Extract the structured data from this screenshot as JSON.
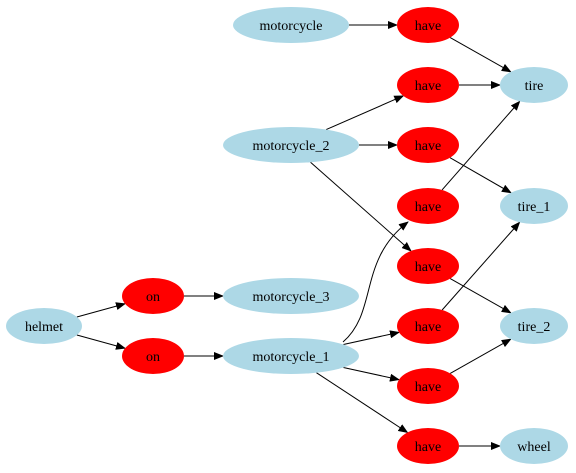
{
  "colors": {
    "entity_fill": "#add8e6",
    "relation_fill": "#ff0000",
    "edge": "#000000"
  },
  "nodes": [
    {
      "id": "motorcycle",
      "label": "motorcycle",
      "kind": "entity"
    },
    {
      "id": "have1",
      "label": "have",
      "kind": "relation"
    },
    {
      "id": "have2",
      "label": "have",
      "kind": "relation"
    },
    {
      "id": "tire",
      "label": "tire",
      "kind": "entity"
    },
    {
      "id": "motorcycle_2",
      "label": "motorcycle_2",
      "kind": "entity"
    },
    {
      "id": "have3",
      "label": "have",
      "kind": "relation"
    },
    {
      "id": "have4",
      "label": "have",
      "kind": "relation"
    },
    {
      "id": "tire_1",
      "label": "tire_1",
      "kind": "entity"
    },
    {
      "id": "have5",
      "label": "have",
      "kind": "relation"
    },
    {
      "id": "on1",
      "label": "on",
      "kind": "relation"
    },
    {
      "id": "motorcycle_3",
      "label": "motorcycle_3",
      "kind": "entity"
    },
    {
      "id": "helmet",
      "label": "helmet",
      "kind": "entity"
    },
    {
      "id": "have6",
      "label": "have",
      "kind": "relation"
    },
    {
      "id": "tire_2",
      "label": "tire_2",
      "kind": "entity"
    },
    {
      "id": "on2",
      "label": "on",
      "kind": "relation"
    },
    {
      "id": "motorcycle_1",
      "label": "motorcycle_1",
      "kind": "entity"
    },
    {
      "id": "have7",
      "label": "have",
      "kind": "relation"
    },
    {
      "id": "have8",
      "label": "have",
      "kind": "relation"
    },
    {
      "id": "wheel",
      "label": "wheel",
      "kind": "entity"
    }
  ],
  "edges": [
    {
      "from": "motorcycle",
      "to": "have1"
    },
    {
      "from": "have1",
      "to": "tire"
    },
    {
      "from": "have2",
      "to": "tire"
    },
    {
      "from": "motorcycle_2",
      "to": "have2"
    },
    {
      "from": "motorcycle_2",
      "to": "have3"
    },
    {
      "from": "motorcycle_2",
      "to": "have5"
    },
    {
      "from": "have3",
      "to": "tire_1"
    },
    {
      "from": "have4",
      "to": "tire"
    },
    {
      "from": "have5",
      "to": "tire_2"
    },
    {
      "from": "helmet",
      "to": "on1"
    },
    {
      "from": "helmet",
      "to": "on2"
    },
    {
      "from": "on1",
      "to": "motorcycle_3"
    },
    {
      "from": "on2",
      "to": "motorcycle_1"
    },
    {
      "from": "motorcycle_1",
      "to": "have4"
    },
    {
      "from": "motorcycle_1",
      "to": "have6"
    },
    {
      "from": "motorcycle_1",
      "to": "have7"
    },
    {
      "from": "motorcycle_1",
      "to": "have8"
    },
    {
      "from": "have6",
      "to": "tire_1"
    },
    {
      "from": "have7",
      "to": "tire_2"
    },
    {
      "from": "have8",
      "to": "wheel"
    }
  ]
}
